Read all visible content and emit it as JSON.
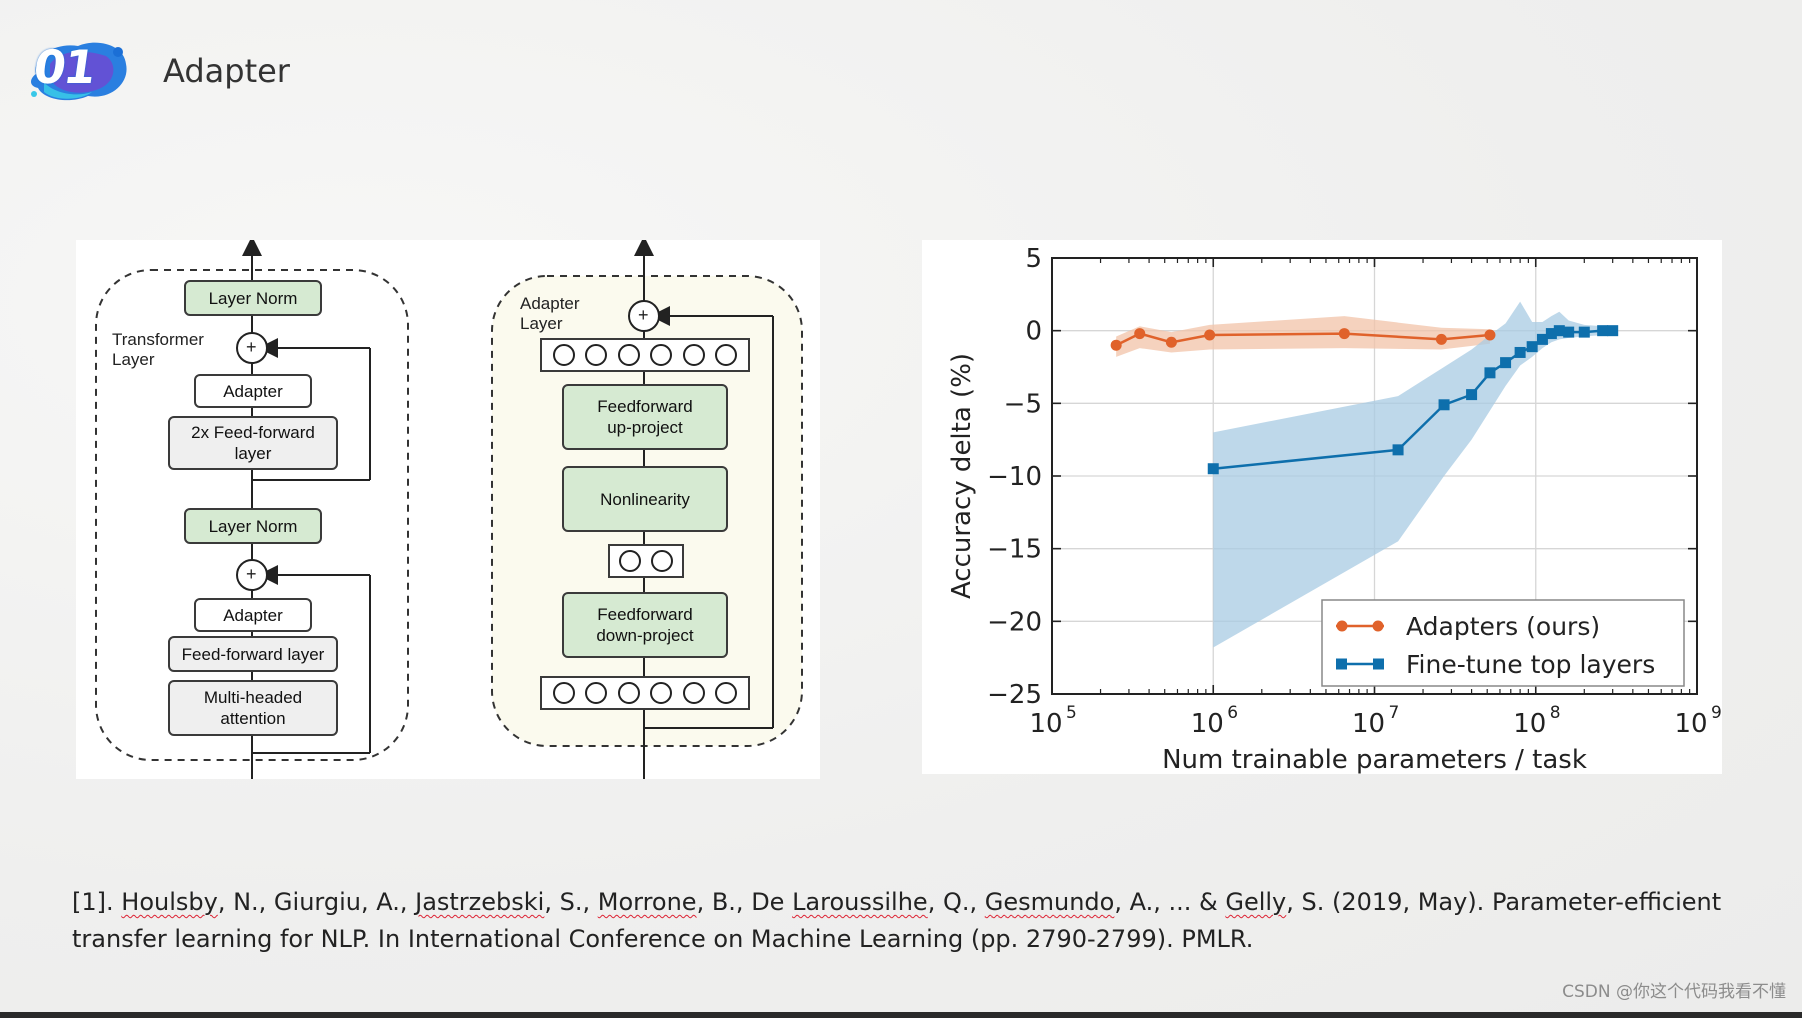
{
  "slide": {
    "badge_number": "01",
    "title": "Adapter",
    "watermark": "CSDN @你这个代码我看不懂"
  },
  "diagram": {
    "transformer": {
      "layer_label": "Transformer\nLayer",
      "boxes": [
        "Layer Norm",
        "Adapter",
        "2x Feed-forward\nlayer",
        "Layer Norm",
        "Adapter",
        "Feed-forward layer",
        "Multi-headed\nattention"
      ],
      "plus_symbol": "+"
    },
    "adapter": {
      "layer_label": "Adapter\nLayer",
      "boxes": [
        "Feedforward\nup-project",
        "Nonlinearity",
        "Feedforward\ndown-project"
      ],
      "plus_symbol": "+"
    }
  },
  "chart_data": {
    "type": "line",
    "xlabel": "Num trainable parameters / task",
    "ylabel": "Accuracy delta (%)",
    "xscale": "log",
    "xlim": [
      100000,
      1000000000
    ],
    "ylim": [
      -25,
      5
    ],
    "x_ticks": [
      "10",
      "10",
      "10",
      "10",
      "10"
    ],
    "x_tick_exponents": [
      "5",
      "6",
      "7",
      "8",
      "9"
    ],
    "y_ticks": [
      "5",
      "0",
      "−5",
      "−10",
      "−15",
      "−20",
      "−25"
    ],
    "y_tick_values": [
      5,
      0,
      -5,
      -10,
      -15,
      -20,
      -25
    ],
    "grid": true,
    "legend_position": "lower-right",
    "series": [
      {
        "name": "Adapters (ours)",
        "color": "#e0622b",
        "band_color": "#f2c3a8",
        "x": [
          250000,
          350000,
          550000,
          950000,
          6500000,
          26000000,
          52000000
        ],
        "y": [
          -1.0,
          -0.2,
          -0.8,
          -0.3,
          -0.2,
          -0.6,
          -0.3
        ],
        "band_lower": [
          -1.8,
          -1.2,
          -1.5,
          -1.3,
          -1.2,
          -1.3,
          -0.9
        ],
        "band_upper": [
          -0.4,
          0.3,
          -0.1,
          0.4,
          1.0,
          0.2,
          0.1
        ]
      },
      {
        "name": "Fine-tune top layers",
        "color": "#0e6fac",
        "band_color": "#a8cbe3",
        "x": [
          1000000,
          14000000,
          27000000,
          40000000,
          52000000,
          65000000,
          80000000,
          95000000,
          110000000,
          125000000,
          140000000,
          160000000,
          200000000,
          260000000,
          300000000
        ],
        "y": [
          -9.5,
          -8.2,
          -5.1,
          -4.4,
          -2.9,
          -2.2,
          -1.5,
          -1.1,
          -0.6,
          -0.2,
          0.0,
          -0.1,
          -0.1,
          0.0,
          0.0
        ],
        "band_lower": [
          -21.8,
          -14.5,
          -10.0,
          -7.5,
          -5.5,
          -3.8,
          -2.4,
          -1.8,
          -1.2,
          -0.8,
          -0.6,
          -0.5,
          -0.4,
          -0.3,
          -0.3
        ],
        "band_upper": [
          -7.0,
          -4.5,
          -2.5,
          -1.3,
          -0.3,
          0.5,
          2.0,
          0.6,
          0.6,
          1.0,
          1.3,
          0.7,
          0.4,
          0.3,
          0.2
        ]
      }
    ]
  },
  "citation": {
    "parts": [
      {
        "t": "[1]. ",
        "sq": false
      },
      {
        "t": "Houlsby",
        "sq": true
      },
      {
        "t": ", N., Giurgiu, A., ",
        "sq": false
      },
      {
        "t": "Jastrzebski",
        "sq": true
      },
      {
        "t": ", S., ",
        "sq": false
      },
      {
        "t": "Morrone",
        "sq": true
      },
      {
        "t": ", B., De ",
        "sq": false
      },
      {
        "t": "Laroussilhe",
        "sq": true
      },
      {
        "t": ", Q., ",
        "sq": false
      },
      {
        "t": "Gesmundo",
        "sq": true
      },
      {
        "t": ", A., ... & ",
        "sq": false
      },
      {
        "t": "Gelly",
        "sq": true
      },
      {
        "t": ", S. (2019, May). Parameter-efficient transfer learning for NLP. In International Conference on Machine Learning (pp. 2790-2799). PMLR.",
        "sq": false
      }
    ]
  }
}
